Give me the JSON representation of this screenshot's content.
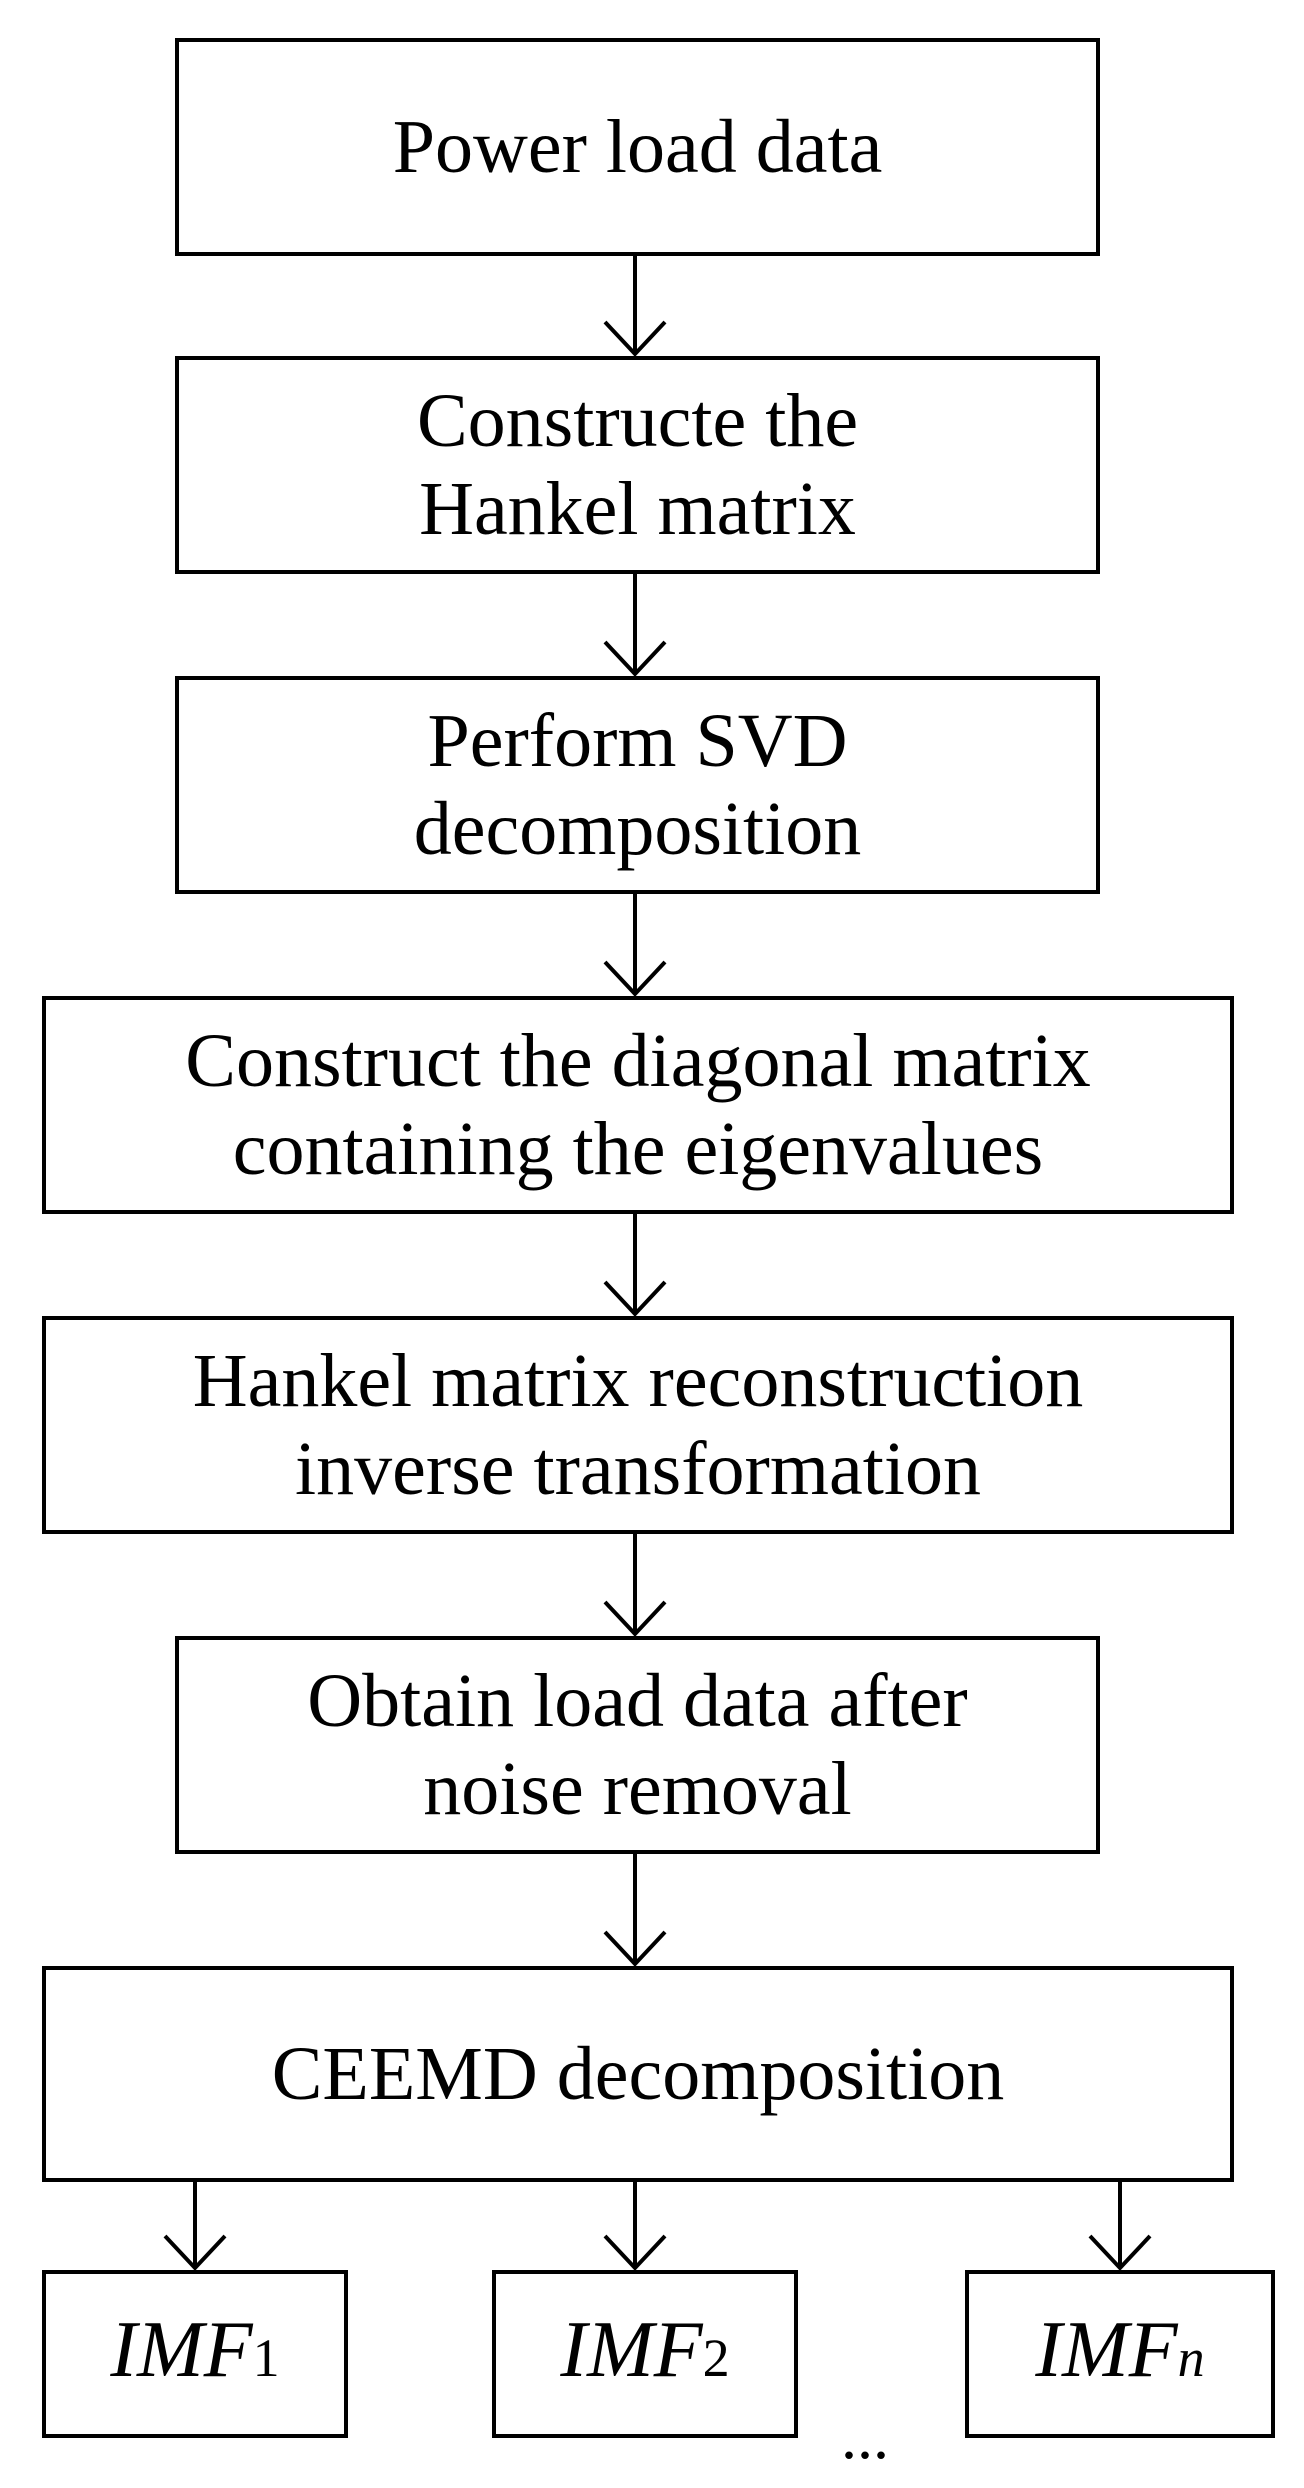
{
  "steps": [
    {
      "label": "Power load data"
    },
    {
      "label": "Constructe the\nHankel matrix"
    },
    {
      "label": "Perform SVD\ndecomposition"
    },
    {
      "label": "Construct the diagonal matrix\ncontaining the eigenvalues"
    },
    {
      "label": "Hankel matrix reconstruction\ninverse transformation"
    },
    {
      "label": "Obtain load data after\nnoise removal"
    },
    {
      "label": "CEEMD decomposition"
    }
  ],
  "outputs": [
    {
      "main": "IMF",
      "sub": "1"
    },
    {
      "main": "IMF",
      "sub": "2"
    },
    {
      "main": "IMF",
      "sub": "n"
    }
  ],
  "ellipsis": "..."
}
